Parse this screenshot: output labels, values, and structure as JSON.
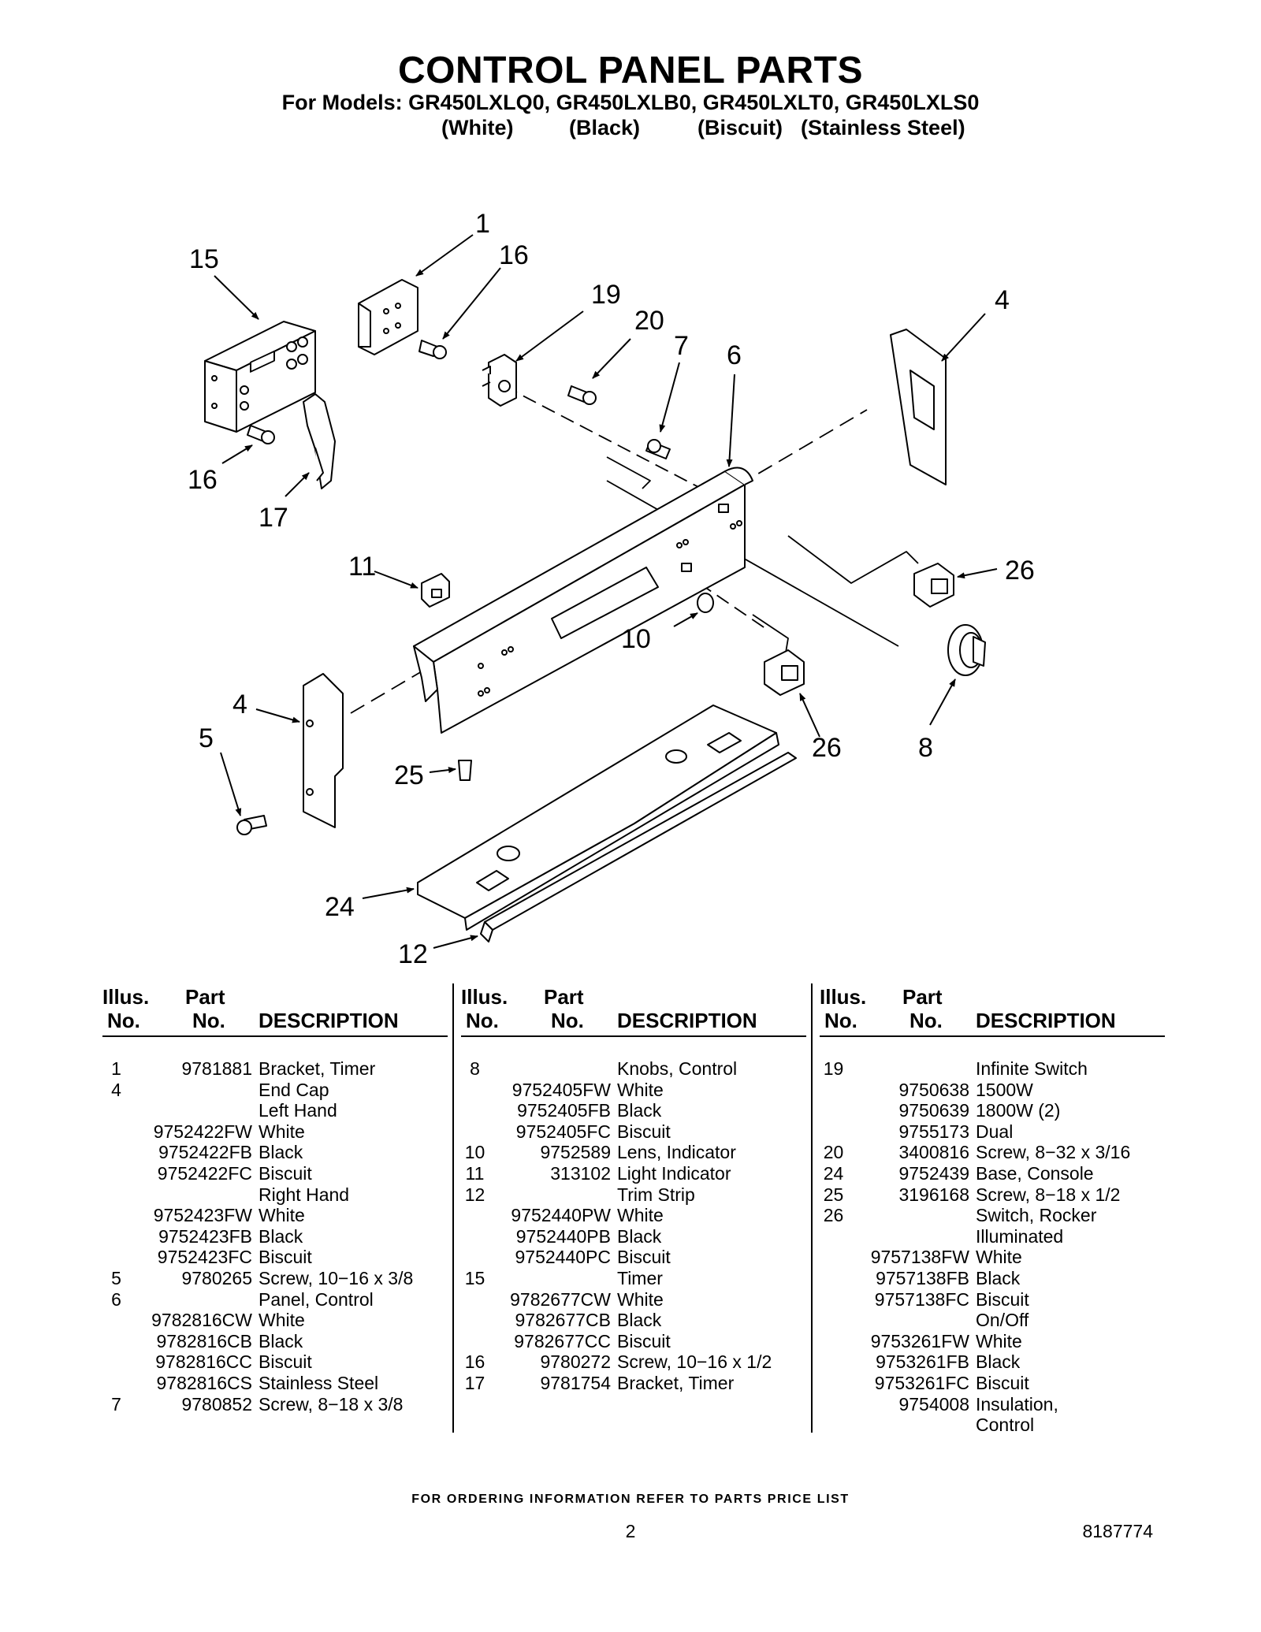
{
  "header": {
    "title": "CONTROL PANEL PARTS",
    "models_line": "For Models: GR450LXLQ0, GR450LXLB0, GR450LXLT0, GR450LXLS0",
    "colors": [
      "(White)",
      "(Black)",
      "(Biscuit)",
      "(Stainless Steel)"
    ]
  },
  "diagram": {
    "callouts": [
      "1",
      "16",
      "15",
      "19",
      "20",
      "7",
      "6",
      "4",
      "16",
      "17",
      "11",
      "26",
      "10",
      "4",
      "5",
      "25",
      "26",
      "8",
      "24",
      "12"
    ]
  },
  "table": {
    "headers": {
      "illus_top": "Illus.",
      "illus_bottom": "No.",
      "part_top": "Part",
      "part_bottom": "No.",
      "description": "DESCRIPTION"
    },
    "columns": [
      [
        {
          "illus": "1",
          "part": "9781881",
          "desc": "Bracket, Timer"
        },
        {
          "illus": "4",
          "part": "",
          "desc": "End Cap"
        },
        {
          "illus": "",
          "part": "",
          "desc": "Left Hand"
        },
        {
          "illus": "",
          "part": "9752422FW",
          "desc": "White"
        },
        {
          "illus": "",
          "part": "9752422FB",
          "desc": "Black"
        },
        {
          "illus": "",
          "part": "9752422FC",
          "desc": "Biscuit"
        },
        {
          "illus": "",
          "part": "",
          "desc": "Right Hand"
        },
        {
          "illus": "",
          "part": "9752423FW",
          "desc": "White"
        },
        {
          "illus": "",
          "part": "9752423FB",
          "desc": "Black"
        },
        {
          "illus": "",
          "part": "9752423FC",
          "desc": "Biscuit"
        },
        {
          "illus": "5",
          "part": "9780265",
          "desc": "Screw, 10−16 x 3/8"
        },
        {
          "illus": "6",
          "part": "",
          "desc": "Panel, Control"
        },
        {
          "illus": "",
          "part": "9782816CW",
          "desc": "White"
        },
        {
          "illus": "",
          "part": "9782816CB",
          "desc": "Black"
        },
        {
          "illus": "",
          "part": "9782816CC",
          "desc": "Biscuit"
        },
        {
          "illus": "",
          "part": "9782816CS",
          "desc": "Stainless Steel"
        },
        {
          "illus": "7",
          "part": "9780852",
          "desc": "Screw, 8−18 x 3/8"
        }
      ],
      [
        {
          "illus": "8",
          "part": "",
          "desc": "Knobs, Control"
        },
        {
          "illus": "",
          "part": "9752405FW",
          "desc": "White"
        },
        {
          "illus": "",
          "part": "9752405FB",
          "desc": "Black"
        },
        {
          "illus": "",
          "part": "9752405FC",
          "desc": "Biscuit"
        },
        {
          "illus": "10",
          "part": "9752589",
          "desc": "Lens, Indicator"
        },
        {
          "illus": "11",
          "part": "313102",
          "desc": "Light Indicator"
        },
        {
          "illus": "12",
          "part": "",
          "desc": "Trim Strip"
        },
        {
          "illus": "",
          "part": "9752440PW",
          "desc": "White"
        },
        {
          "illus": "",
          "part": "9752440PB",
          "desc": "Black"
        },
        {
          "illus": "",
          "part": "9752440PC",
          "desc": "Biscuit"
        },
        {
          "illus": "15",
          "part": "",
          "desc": "Timer"
        },
        {
          "illus": "",
          "part": "9782677CW",
          "desc": "White"
        },
        {
          "illus": "",
          "part": "9782677CB",
          "desc": "Black"
        },
        {
          "illus": "",
          "part": "9782677CC",
          "desc": "Biscuit"
        },
        {
          "illus": "16",
          "part": "9780272",
          "desc": "Screw, 10−16 x 1/2"
        },
        {
          "illus": "17",
          "part": "9781754",
          "desc": "Bracket, Timer"
        }
      ],
      [
        {
          "illus": "19",
          "part": "",
          "desc": "Infinite Switch"
        },
        {
          "illus": "",
          "part": "9750638",
          "desc": "1500W"
        },
        {
          "illus": "",
          "part": "9750639",
          "desc": "1800W (2)"
        },
        {
          "illus": "",
          "part": "9755173",
          "desc": "Dual"
        },
        {
          "illus": "20",
          "part": "3400816",
          "desc": "Screw, 8−32 x 3/16"
        },
        {
          "illus": "24",
          "part": "9752439",
          "desc": "Base, Console"
        },
        {
          "illus": "25",
          "part": "3196168",
          "desc": "Screw, 8−18 x 1/2"
        },
        {
          "illus": "26",
          "part": "",
          "desc": "Switch, Rocker"
        },
        {
          "illus": "",
          "part": "",
          "desc": "Illuminated"
        },
        {
          "illus": "",
          "part": "9757138FW",
          "desc": "White"
        },
        {
          "illus": "",
          "part": "9757138FB",
          "desc": "Black"
        },
        {
          "illus": "",
          "part": "9757138FC",
          "desc": "Biscuit"
        },
        {
          "illus": "",
          "part": "",
          "desc": "On/Off"
        },
        {
          "illus": "",
          "part": "9753261FW",
          "desc": "White"
        },
        {
          "illus": "",
          "part": "9753261FB",
          "desc": "Black"
        },
        {
          "illus": "",
          "part": "9753261FC",
          "desc": "Biscuit"
        },
        {
          "illus": "",
          "part": "9754008",
          "desc": "Insulation,"
        },
        {
          "illus": "",
          "part": "",
          "desc": "Control"
        }
      ]
    ]
  },
  "footer": {
    "ordering_note": "FOR ORDERING INFORMATION REFER TO PARTS PRICE LIST",
    "page_number": "2",
    "doc_number": "8187774"
  }
}
